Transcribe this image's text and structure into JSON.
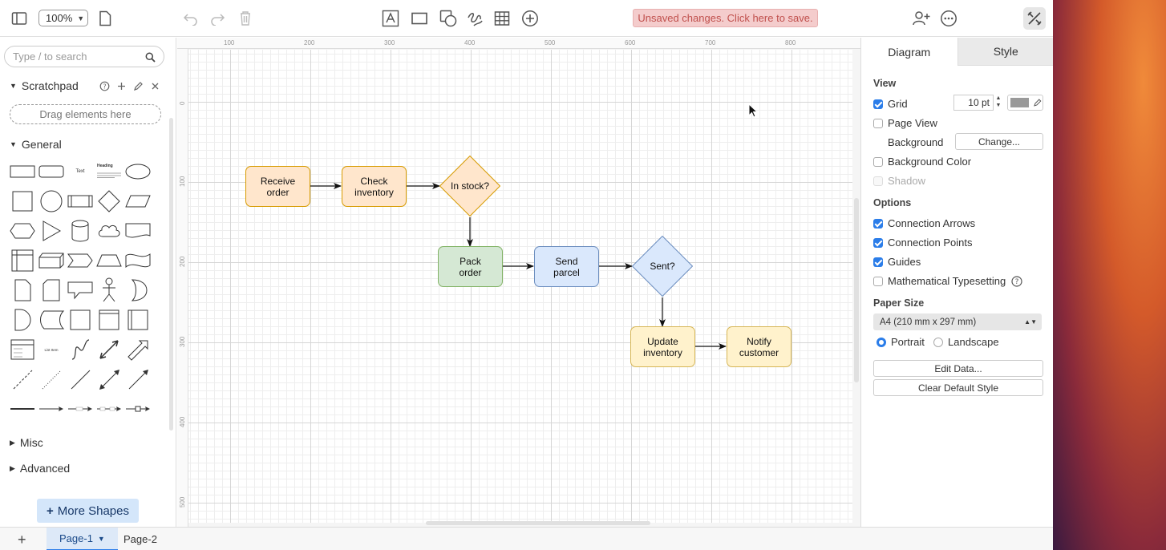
{
  "toolbar": {
    "zoom": "100%",
    "save_banner": "Unsaved changes. Click here to save."
  },
  "sidebar": {
    "search_placeholder": "Type / to search",
    "scratchpad": {
      "title": "Scratchpad",
      "drop_hint": "Drag elements here"
    },
    "general": {
      "title": "General",
      "text_shape": "Text",
      "heading_shape": "Heading",
      "list_item_shape": "List Item"
    },
    "misc": {
      "title": "Misc"
    },
    "advanced": {
      "title": "Advanced"
    },
    "more_shapes": "More Shapes"
  },
  "canvas": {
    "ruler_x": [
      "100",
      "200",
      "300",
      "400",
      "500",
      "600",
      "700",
      "800"
    ],
    "ruler_y": [
      "0",
      "100",
      "200",
      "300",
      "400",
      "500"
    ],
    "nodes": {
      "receive": {
        "line1": "Receive",
        "line2": "order"
      },
      "check": {
        "line1": "Check",
        "line2": "inventory"
      },
      "instock": {
        "label": "In stock?"
      },
      "pack": {
        "line1": "Pack",
        "line2": "order"
      },
      "send": {
        "line1": "Send",
        "line2": "parcel"
      },
      "sent": {
        "label": "Sent?"
      },
      "update": {
        "line1": "Update",
        "line2": "inventory"
      },
      "notify": {
        "line1": "Notify",
        "line2": "customer"
      }
    }
  },
  "panel": {
    "tabs": [
      "Diagram",
      "Style"
    ],
    "view": {
      "heading": "View",
      "grid": "Grid",
      "grid_size": "10 pt",
      "page_view": "Page View",
      "background": "Background",
      "change_button": "Change...",
      "background_color": "Background Color",
      "shadow": "Shadow"
    },
    "options": {
      "heading": "Options",
      "connection_arrows": "Connection Arrows",
      "connection_points": "Connection Points",
      "guides": "Guides",
      "math": "Mathematical Typesetting"
    },
    "paper": {
      "heading": "Paper Size",
      "selected": "A4 (210 mm x 297 mm)",
      "portrait": "Portrait",
      "landscape": "Landscape"
    },
    "edit_data": "Edit Data...",
    "clear_style": "Clear Default Style"
  },
  "footer": {
    "pages": [
      "Page-1",
      "Page-2"
    ]
  },
  "colors": {
    "accent": "#2b7de9",
    "save_banner_bg": "#f4cccc",
    "save_banner_text": "#c0504d"
  }
}
